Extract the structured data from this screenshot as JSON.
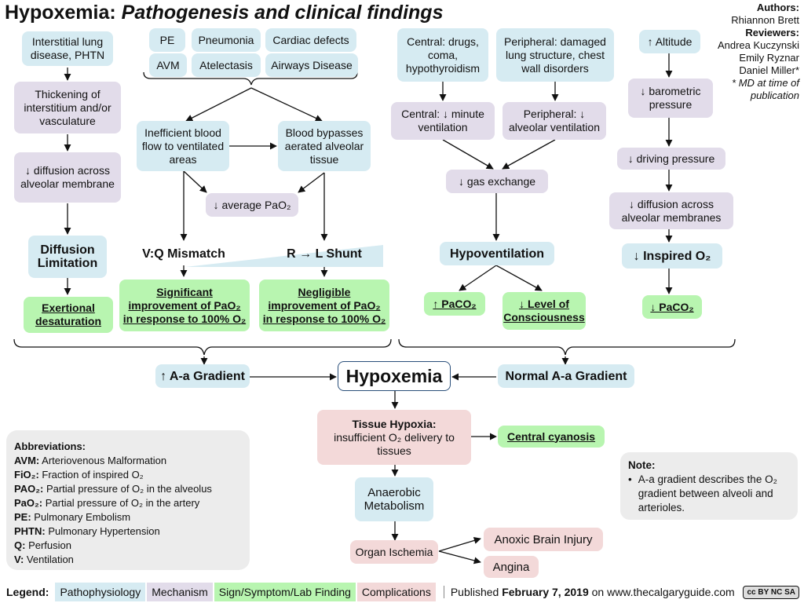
{
  "title": {
    "main": "Hypoxemia:",
    "sub": "Pathogenesis and clinical findings"
  },
  "authors": {
    "authors_label": "Authors:",
    "author1": "Rhiannon Brett",
    "reviewers_label": "Reviewers:",
    "rev1": "Andrea Kuczynski",
    "rev2": "Emily Ryznar",
    "rev3": "Daniel Miller*",
    "note": "* MD at time of publication"
  },
  "nodes": {
    "ild": "Interstitial lung disease, PHTN",
    "thick": "Thickening of interstitium and/or vasculature",
    "diff_alv": "↓ diffusion across alveolar membrane",
    "diff_lim": "Diffusion Limitation",
    "exert": "Exertional desaturation",
    "pe": "PE",
    "pneu": "Pneumonia",
    "cardiac": "Cardiac defects",
    "avm": "AVM",
    "atel": "Atelectasis",
    "airways": "Airways Disease",
    "ineff": "Inefficient blood flow to ventilated areas",
    "bypass": "Blood bypasses aerated alveolar tissue",
    "avg_pao2": "↓ average PaO₂",
    "vq": "V:Q Mismatch",
    "shunt": "R → L Shunt",
    "sig": "Significant improvement of PaO₂ in response to 100% O₂",
    "neg": "Negligible improvement of PaO₂ in response to 100% O₂",
    "central_drugs": "Central: drugs, coma, hypothyroidism",
    "periph_dmg": "Peripheral: damaged lung structure, chest wall disorders",
    "central_vent": "Central: ↓ minute ventilation",
    "periph_vent": "Peripheral: ↓ alveolar ventilation",
    "gas_ex": "↓ gas exchange",
    "hypovent": "Hypoventilation",
    "paco2_up": "↑ PaCO₂",
    "loc": "↓ Level of Consciousness",
    "altitude": "↑ Altitude",
    "baro": "↓ barometric pressure",
    "driving": "↓ driving pressure",
    "diff_alv2": "↓ diffusion across alveolar membranes",
    "insp_o2": "↓ Inspired O₂",
    "paco2_down": "↓ PaCO₂",
    "aa_up": "↑ A-a Gradient",
    "hypoxemia": "Hypoxemia",
    "aa_normal": "Normal A-a Gradient",
    "tissue": "Tissue Hypoxia:",
    "tissue_sub": "insufficient O₂ delivery to tissues",
    "cyanosis": "Central cyanosis",
    "anaerobic": "Anaerobic Metabolism",
    "ischemia": "Organ Ischemia",
    "anoxic": "Anoxic Brain Injury",
    "angina": "Angina"
  },
  "abbrev": {
    "heading": "Abbreviations:",
    "items": [
      {
        "k": "AVM:",
        "v": "Arteriovenous Malformation"
      },
      {
        "k": "FiO₂:",
        "v": "Fraction of inspired O₂"
      },
      {
        "k": "PAO₂:",
        "v": "Partial pressure of O₂ in the alveolus"
      },
      {
        "k": "PaO₂:",
        "v": "Partial pressure of O₂ in the artery"
      },
      {
        "k": "PE:",
        "v": "Pulmonary Embolism"
      },
      {
        "k": "PHTN:",
        "v": "Pulmonary Hypertension"
      },
      {
        "k": "Q:",
        "v": "Perfusion"
      },
      {
        "k": "V:",
        "v": "Ventilation"
      }
    ]
  },
  "note": {
    "heading": "Note:",
    "text": "A-a gradient describes the O₂ gradient between alveoli and arterioles."
  },
  "legend": {
    "label": "Legend:",
    "patho": "Pathophysiology",
    "mech": "Mechanism",
    "sign": "Sign/Symptom/Lab Finding",
    "comp": "Complications",
    "published_prefix": "Published",
    "published_date": "February 7, 2019",
    "published_suffix": "on www.thecalgaryguide.com",
    "license": "cc BY NC SA"
  },
  "colors": {
    "pathophysiology": "#d6ebf2",
    "mechanism": "#e2dcea",
    "sign": "#b8f5b0",
    "complication": "#f3d9d9",
    "note_bg": "#ececec"
  }
}
